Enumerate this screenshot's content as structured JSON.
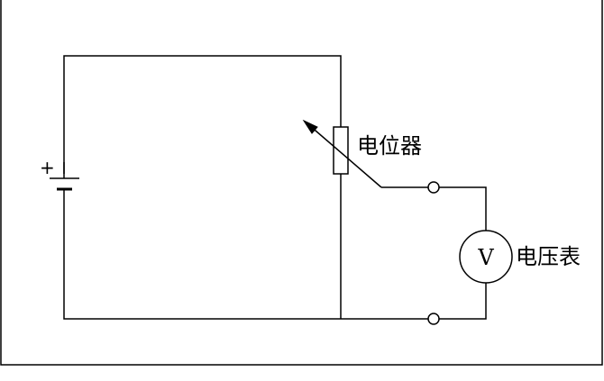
{
  "battery": {
    "plus_sign": "+"
  },
  "potentiometer": {
    "label": "电位器"
  },
  "voltmeter": {
    "symbol": "V",
    "label": "电压表"
  }
}
